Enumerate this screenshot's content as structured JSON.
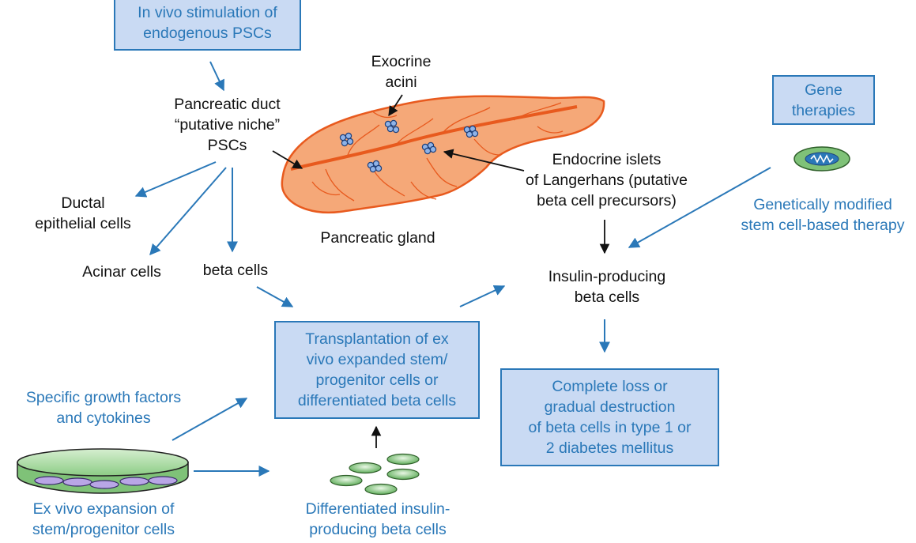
{
  "boxes": {
    "in_vivo": "In vivo stimulation of\nendogenous PSCs",
    "gene_therapies": "Gene\ntherapies",
    "transplantation": "Transplantation of ex\nvivo expanded stem/\nprogenitor cells or\ndifferentiated beta cells",
    "complete_loss": "Complete loss or\ngradual destruction\nof beta cells in type 1 or\n2 diabetes mellitus"
  },
  "labels": {
    "exocrine_acini": "Exocrine\nacini",
    "pancreatic_duct": "Pancreatic duct\n“putative niche”\nPSCs",
    "endocrine_islets": "Endocrine islets\nof Langerhans (putative\nbeta cell precursors)",
    "ductal_epithelial": "Ductal\nepithelial cells",
    "acinar_cells": "Acinar cells",
    "beta_cells": "beta cells",
    "pancreatic_gland": "Pancreatic gland",
    "insulin_producing": "Insulin-producing\nbeta cells",
    "genetically_modified": "Genetically modified\nstem cell-based therapy",
    "growth_factors": "Specific growth factors\nand cytokines",
    "ex_vivo_expansion": "Ex vivo expansion of\nstem/progenitor cells",
    "differentiated_insulin": "Differentiated insulin-\nproducing beta cells"
  },
  "colors": {
    "blue": "#2a78b8",
    "box_fill": "#c9daf3",
    "pancreas_fill": "#f5a878",
    "pancreas_stroke": "#e85a1e",
    "cell_green": "#9fd59a",
    "nucleus_purple": "#b9a6e6"
  }
}
